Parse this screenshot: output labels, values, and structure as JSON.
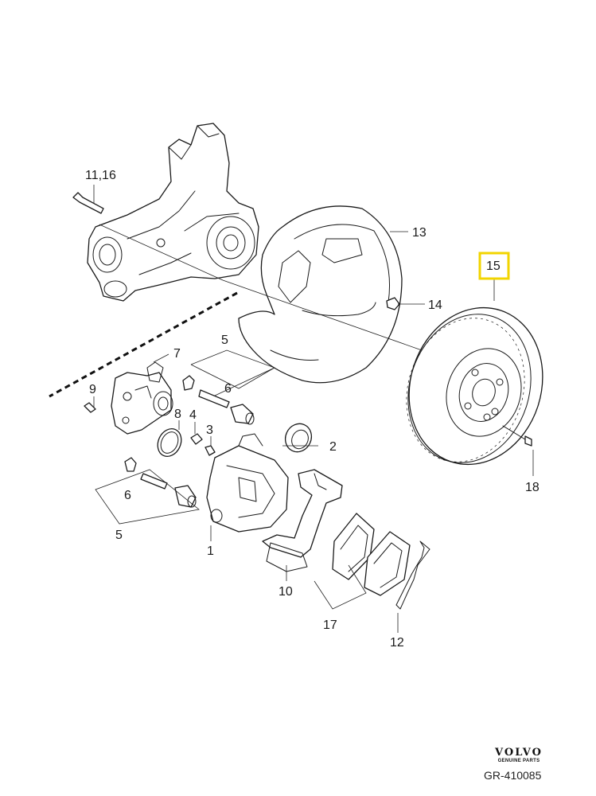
{
  "callouts": {
    "c1": "1",
    "c2": "2",
    "c3": "3",
    "c4": "4",
    "c5a": "5",
    "c5b": "5",
    "c6a": "6",
    "c6b": "6",
    "c7": "7",
    "c8": "8",
    "c9": "9",
    "c10": "10",
    "c11_16": "11,16",
    "c12": "12",
    "c13": "13",
    "c14": "14",
    "c15": "15",
    "c17": "17",
    "c18": "18"
  },
  "highlight": {
    "callout": "15",
    "color": "#f2d400"
  },
  "brand": {
    "logo": "VOLVO",
    "tagline": "GENUINE PARTS"
  },
  "diagram_id": "GR-410085"
}
